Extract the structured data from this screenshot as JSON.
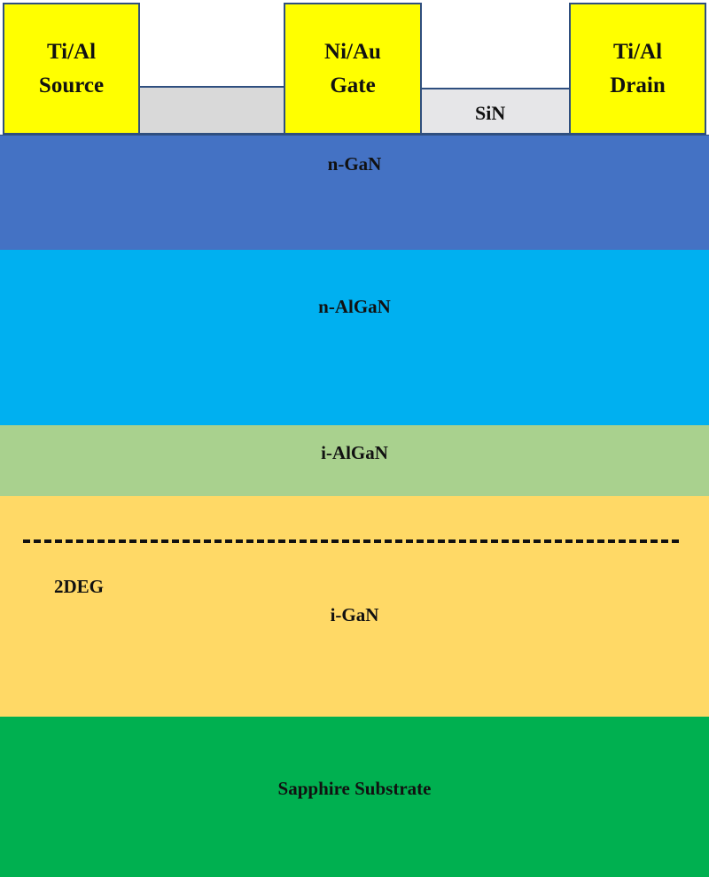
{
  "contacts": {
    "source": {
      "line1": "Ti/Al",
      "line2": "Source",
      "color": "#ffff00"
    },
    "gate": {
      "line1": "Ni/Au",
      "line2": "Gate",
      "color": "#ffff00"
    },
    "drain": {
      "line1": "Ti/Al",
      "line2": "Drain",
      "color": "#ffff00"
    }
  },
  "passivation": {
    "label": "SiN",
    "color_left": "#d9d9d9",
    "color_right": "#e6e6e8"
  },
  "layers": {
    "n_gan": {
      "label": "n-GaN",
      "color": "#4472c4"
    },
    "n_algan": {
      "label": "n-AlGaN",
      "color": "#00b0f0"
    },
    "i_algan": {
      "label": "i-AlGaN",
      "color": "#a9d18e"
    },
    "i_gan": {
      "label": "i-GaN",
      "color": "#ffd966"
    },
    "substrate": {
      "label": "Sapphire Substrate",
      "color": "#00b050"
    }
  },
  "channel": {
    "label": "2DEG",
    "line_style": "dashed"
  }
}
